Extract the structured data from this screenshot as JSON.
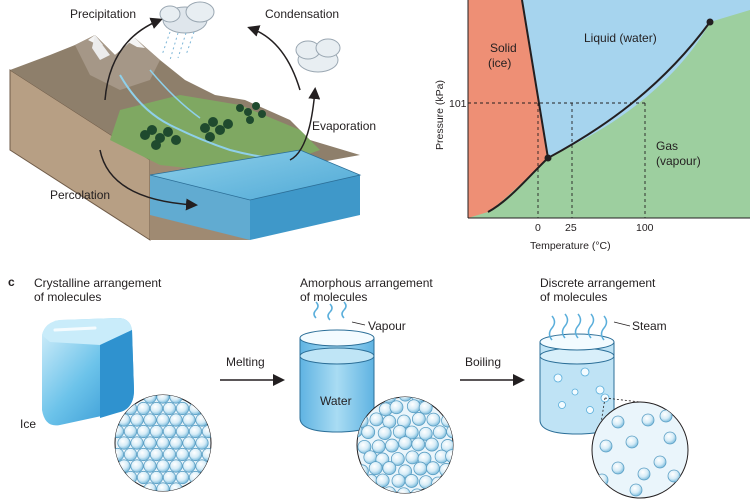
{
  "water_cycle": {
    "precipitation": "Precipitation",
    "condensation": "Condensation",
    "evaporation": "Evaporation",
    "percolation": "Percolation"
  },
  "phase_diagram": {
    "solid_line1": "Solid",
    "solid_line2": "(ice)",
    "liquid": "Liquid (water)",
    "gas_line1": "Gas",
    "gas_line2": "(vapour)",
    "y_axis_label": "Pressure (kPa)",
    "x_axis_label": "Temperature (°C)",
    "y_tick_101": "101",
    "x_tick_0": "0",
    "x_tick_25": "25",
    "x_tick_100": "100",
    "colors": {
      "solid": "#ee8f75",
      "liquid": "#a6d4ee",
      "gas": "#9dcf9f"
    }
  },
  "panel_c": {
    "panel_letter": "c",
    "crystalline_line1": "Crystalline arrangement",
    "crystalline_line2": "of molecules",
    "amorphous_line1": "Amorphous arrangement",
    "amorphous_line2": "of molecules",
    "discrete_line1": "Discrete arrangement",
    "discrete_line2": "of molecules",
    "ice": "Ice",
    "water": "Water",
    "vapour": "Vapour",
    "steam": "Steam",
    "melting": "Melting",
    "boiling": "Boiling"
  }
}
